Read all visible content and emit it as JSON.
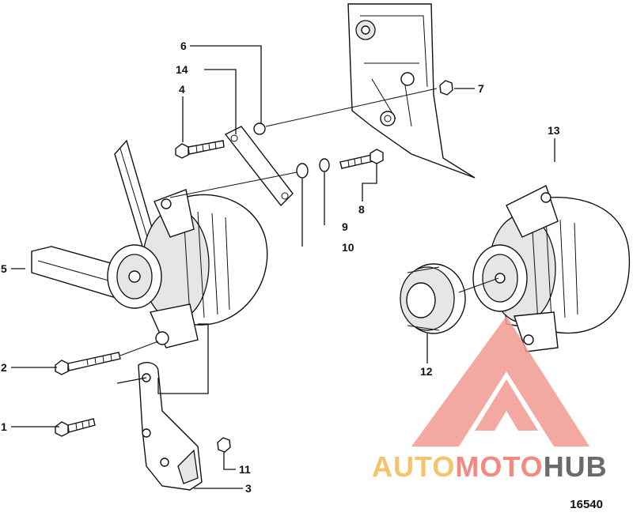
{
  "callouts": [
    {
      "id": "1",
      "label": "1"
    },
    {
      "id": "2",
      "label": "2"
    },
    {
      "id": "3",
      "label": "3"
    },
    {
      "id": "4",
      "label": "4"
    },
    {
      "id": "5",
      "label": "5"
    },
    {
      "id": "6",
      "label": "6"
    },
    {
      "id": "7",
      "label": "7"
    },
    {
      "id": "8",
      "label": "8"
    },
    {
      "id": "9",
      "label": "9"
    },
    {
      "id": "10",
      "label": "10"
    },
    {
      "id": "11",
      "label": "11"
    },
    {
      "id": "12",
      "label": "12"
    },
    {
      "id": "13",
      "label": "13"
    },
    {
      "id": "14",
      "label": "14"
    }
  ],
  "figure_number": "16540",
  "watermark": {
    "auto": "AUTO",
    "moto": "MOTO",
    "hub": "HUB",
    "colors": {
      "auto": "#f5c36b",
      "moto": "#f28a82",
      "hub": "#6b6b6b",
      "logo": "#f39a92"
    }
  }
}
